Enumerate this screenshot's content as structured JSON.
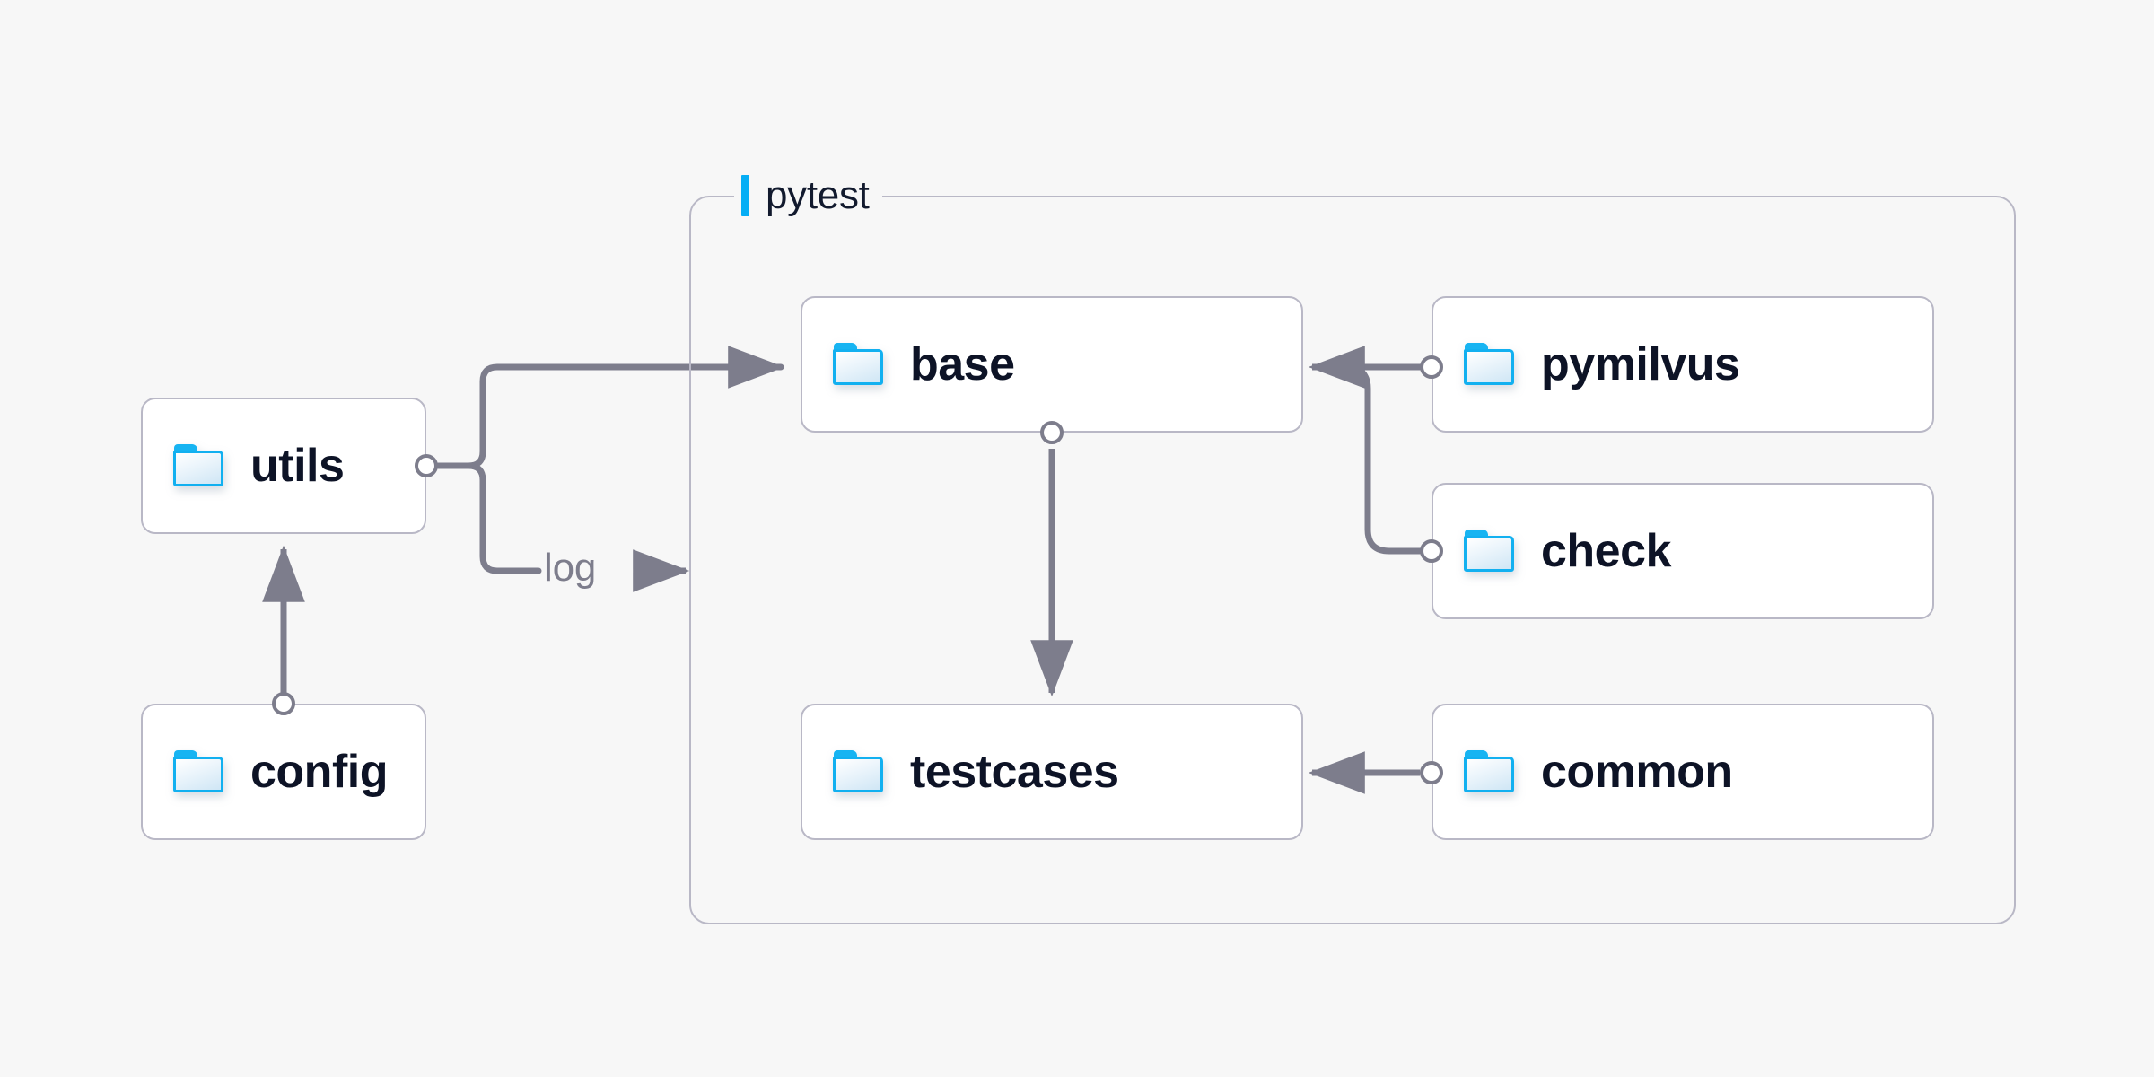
{
  "diagram": {
    "background_color": "#f7f7f7",
    "accent_color": "#06aef5",
    "edge_color": "#7d7d8c",
    "box_border_color": "#b9b8c6",
    "label_color": "#0d1326",
    "group": {
      "title": "pytest",
      "accent_color": "#06aef5"
    },
    "nodes": [
      {
        "id": "utils",
        "label": "utils",
        "icon": "folder-icon"
      },
      {
        "id": "config",
        "label": "config",
        "icon": "folder-icon"
      },
      {
        "id": "base",
        "label": "base",
        "icon": "folder-icon"
      },
      {
        "id": "testcases",
        "label": "testcases",
        "icon": "folder-icon"
      },
      {
        "id": "pymilvus",
        "label": "pymilvus",
        "icon": "folder-icon"
      },
      {
        "id": "check",
        "label": "check",
        "icon": "folder-icon"
      },
      {
        "id": "common",
        "label": "common",
        "icon": "folder-icon"
      }
    ],
    "edges": [
      {
        "id": "config-to-utils",
        "from": "config",
        "to": "utils",
        "label": ""
      },
      {
        "id": "utils-to-base",
        "from": "utils",
        "to": "base",
        "label": ""
      },
      {
        "id": "utils-to-log",
        "from": "utils",
        "to": "pytest",
        "label": "log"
      },
      {
        "id": "base-to-testcases",
        "from": "base",
        "to": "testcases",
        "label": ""
      },
      {
        "id": "pymilvus-to-base",
        "from": "pymilvus",
        "to": "base",
        "label": ""
      },
      {
        "id": "check-to-base",
        "from": "check",
        "to": "base",
        "label": ""
      },
      {
        "id": "common-to-testcases",
        "from": "common",
        "to": "testcases",
        "label": ""
      }
    ]
  }
}
